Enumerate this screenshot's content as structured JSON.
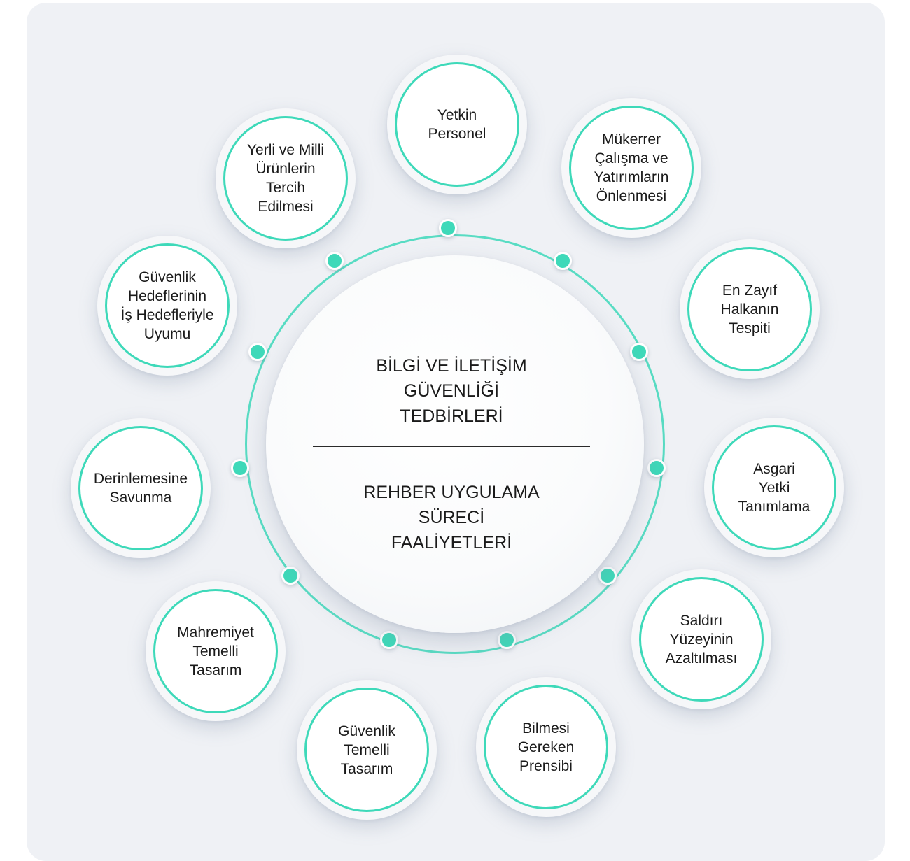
{
  "hub": {
    "title_lines": "BİLGİ VE İLETİŞİM\nGÜVENLİĞİ\nTEDBİRLERİ",
    "subtitle_lines": "REHBER UYGULAMA\nSÜRECİ\nFAALİYETLERİ"
  },
  "nodes": [
    {
      "id": "yetkin-personel",
      "label": "Yetkin\nPersonel"
    },
    {
      "id": "mukerrer-calisma",
      "label": "Mükerrer\nÇalışma ve\nYatırımların\nÖnlenmesi"
    },
    {
      "id": "en-zayif-halka",
      "label": "En Zayıf\nHalkanın\nTespiti"
    },
    {
      "id": "asgari-yetki",
      "label": "Asgari\nYetki\nTanımlama"
    },
    {
      "id": "saldiri-yuzeyi",
      "label": "Saldırı\nYüzeyinin\nAzaltılması"
    },
    {
      "id": "bilmesi-gereken",
      "label": "Bilmesi\nGereken\nPrensibi"
    },
    {
      "id": "guvenlik-temelli",
      "label": "Güvenlik\nTemelli\nTasarım"
    },
    {
      "id": "mahremiyet-temelli",
      "label": "Mahremiyet\nTemelli\nTasarım"
    },
    {
      "id": "derinlemesine-savunma",
      "label": "Derinlemesine\nSavunma"
    },
    {
      "id": "guvenlik-hedefleri",
      "label": "Güvenlik\nHedeflerinin\nİş Hedefleriyle\nUyumu"
    },
    {
      "id": "yerli-milli",
      "label": "Yerli ve Milli\nÜrünlerin\nTercih\nEdilmesi"
    }
  ],
  "colors": {
    "accent": "#3ed9b9",
    "ring": "#58dcc3",
    "background": "#eff1f5",
    "text": "#1a1a1a"
  }
}
